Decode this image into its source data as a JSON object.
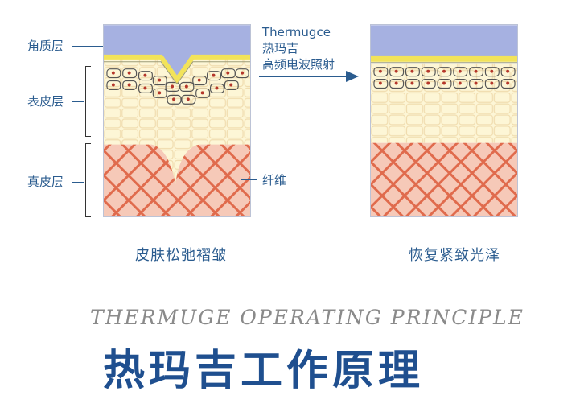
{
  "labels": {
    "stratum_corneum": "角质层",
    "epidermis": "表皮层",
    "dermis": "真皮层",
    "fiber": "纤维"
  },
  "arrow": {
    "line1": "Thermugce",
    "line2": "热玛吉",
    "line3": "高频电波照射"
  },
  "captions": {
    "before": "皮肤松弛褶皱",
    "after": "恢复紧致光泽"
  },
  "heading": {
    "subtitle": "THERMUGE OPERATING PRINCIPLE",
    "title": "热玛吉工作原理"
  },
  "colors": {
    "stratum_corneum": "#a6b1e1",
    "border_layer": "#f2e35a",
    "epidermis": "#fdf6d6",
    "dermis": "#f6c9b8",
    "fiber_mesh": "#e06b4d",
    "text_blue": "#2b5c8f"
  }
}
